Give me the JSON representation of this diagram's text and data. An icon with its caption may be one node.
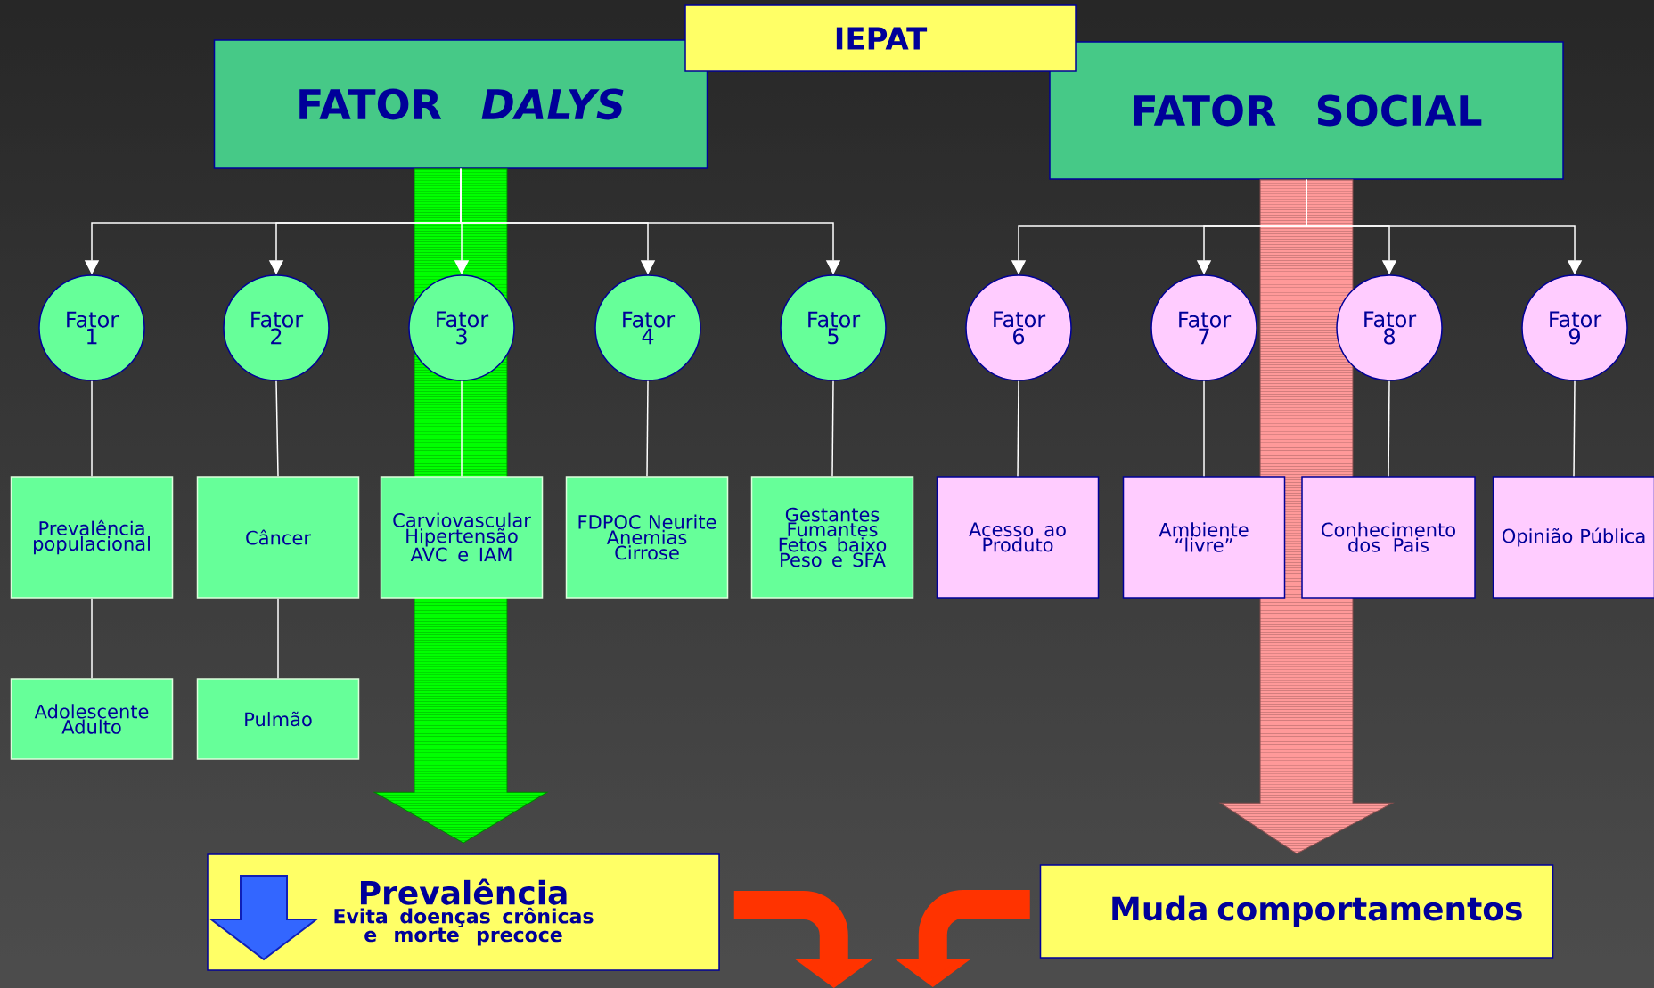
{
  "diagram": {
    "nodes": [
      {
        "text": [
          "IEPAT"
        ]
      },
      {
        "text": [
          "FATOR *DALYS*"
        ]
      },
      {
        "text": [
          "FATOR SOCIAL"
        ]
      },
      {
        "text": [
          "Fator 1"
        ]
      },
      {
        "text": [
          "Fator 2"
        ]
      },
      {
        "text": [
          "Fator 3"
        ]
      },
      {
        "text": [
          "Fator 4"
        ]
      },
      {
        "text": [
          "Fator 5"
        ]
      },
      {
        "text": [
          "Fator 6"
        ]
      },
      {
        "text": [
          "Fator 7"
        ]
      },
      {
        "text": [
          "Fator 8"
        ]
      },
      {
        "text": [
          "Fator 9"
        ]
      },
      {
        "text": [
          "Prevalência populacional"
        ]
      },
      {
        "text": [
          "Câncer"
        ]
      },
      {
        "text": [
          "Carviovascular Hipertensão AVC e IAM"
        ]
      },
      {
        "text": [
          "FDPOC Neurite Anemias Cirrose"
        ]
      },
      {
        "text": [
          "Gestantes Fumantes Fetos baixo Peso e SFA"
        ]
      },
      {
        "text": [
          "Acesso ao Produto"
        ]
      },
      {
        "text": [
          "Ambiente “livre”"
        ]
      },
      {
        "text": [
          "Conhecimento dos Pais"
        ]
      },
      {
        "text": [
          "Opinião Pública"
        ]
      },
      {
        "text": [
          "Adolescente Adulto"
        ]
      },
      {
        "text": [
          "Pulmão"
        ]
      },
      {
        "text": [
          "Prevalência",
          "Evita doenças crônicas e morte precoce"
        ]
      },
      {
        "text": [
          "Muda comportamentos"
        ]
      }
    ],
    "edges": [
      {
        "from": 1,
        "to": 3,
        "arrow": "to"
      },
      {
        "from": 1,
        "to": 4,
        "arrow": "to"
      },
      {
        "from": 1,
        "to": 5,
        "arrow": "to"
      },
      {
        "from": 1,
        "to": 6,
        "arrow": "to"
      },
      {
        "from": 1,
        "to": 7,
        "arrow": "to"
      },
      {
        "from": 2,
        "to": 8,
        "arrow": "to"
      },
      {
        "from": 2,
        "to": 9,
        "arrow": "to"
      },
      {
        "from": 2,
        "to": 10,
        "arrow": "to"
      },
      {
        "from": 2,
        "to": 11,
        "arrow": "to"
      },
      {
        "from": 3,
        "to": 12,
        "arrow": "none"
      },
      {
        "from": 4,
        "to": 13,
        "arrow": "none"
      },
      {
        "from": 5,
        "to": 14,
        "arrow": "none"
      },
      {
        "from": 6,
        "to": 15,
        "arrow": "none"
      },
      {
        "from": 7,
        "to": 16,
        "arrow": "none"
      },
      {
        "from": 8,
        "to": 17,
        "arrow": "none"
      },
      {
        "from": 9,
        "to": 18,
        "arrow": "none"
      },
      {
        "from": 10,
        "to": 19,
        "arrow": "none"
      },
      {
        "from": 11,
        "to": 20,
        "arrow": "none"
      },
      {
        "from": 12,
        "to": 21,
        "arrow": "none"
      },
      {
        "from": 13,
        "to": 22,
        "arrow": "none"
      },
      {
        "from": 1,
        "to": 23,
        "arrow": "to",
        "style": "thick",
        "color": "#00ff00"
      },
      {
        "from": 2,
        "to": 24,
        "arrow": "to",
        "style": "thick",
        "color": "#ff9999"
      },
      {
        "from": 23,
        "to": null,
        "arrow": "to",
        "style": "thick",
        "color": "#ff3300"
      },
      {
        "from": 24,
        "to": null,
        "arrow": "to",
        "style": "thick",
        "color": "#ff3300"
      }
    ]
  }
}
